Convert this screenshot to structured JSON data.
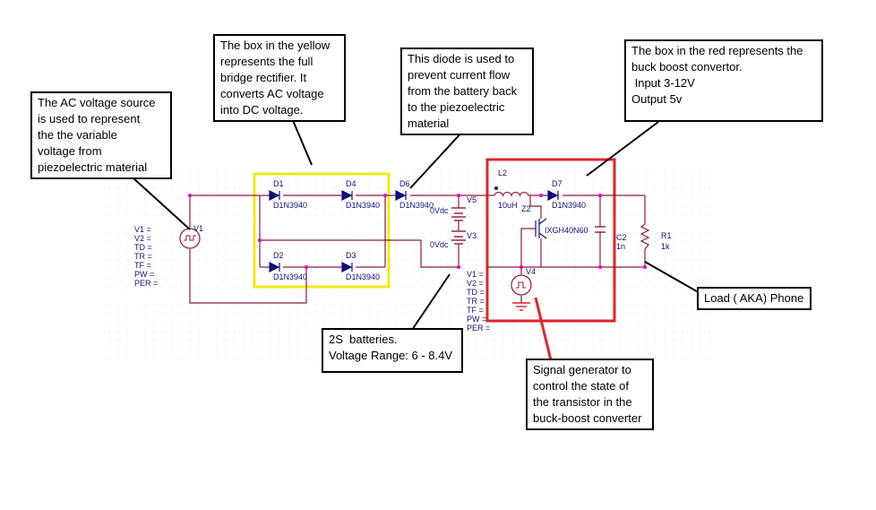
{
  "annotations": {
    "ac_source": [
      "The AC voltage source",
      "is used to represent",
      "the the variable",
      "voltage from",
      "piezoelectric material"
    ],
    "bridge": [
      "The box in the yellow",
      "represents the full",
      "bridge rectifier. It",
      "converts AC voltage",
      "into DC voltage."
    ],
    "diode": [
      "This diode is used to",
      "prevent current flow",
      "from the battery back",
      "to the piezoelectric",
      "material"
    ],
    "buck_boost": [
      "The box in the red represents the",
      "buck boost convertor.",
      " Input 3-12V",
      "Output 5v"
    ],
    "load": [
      "Load ( AKA) Phone"
    ],
    "batteries": [
      "2S  batteries.",
      "Voltage Range: 6 - 8.4V"
    ],
    "signal_gen": [
      "Signal generator to",
      "control the state of",
      "the transistor in the",
      "buck-boost converter"
    ]
  },
  "components": {
    "v1": "V1",
    "d1": "D1",
    "d2": "D2",
    "d3": "D3",
    "d4": "D4",
    "d6": "D6",
    "d7": "D7",
    "diode_part": "D1N3940",
    "v5": "V5",
    "v3": "V3",
    "battery_value": "0Vdc",
    "l2": "L2",
    "l2_value": "10uH",
    "z2": "Z2",
    "z2_part": "IXGH40N60",
    "c2": "C2",
    "c2_value": "1n",
    "r1": "R1",
    "r1_value": "1k",
    "v4": "V4"
  },
  "source_params": [
    "V1 =",
    "V2 =",
    "TD =",
    "TR =",
    "TF =",
    "PW =",
    "PER ="
  ],
  "colors": {
    "wire": "#8c1a3c",
    "box_yellow": "#f2ea1a",
    "box_red": "#e0242a",
    "junction": "#e000c8",
    "part_text": "#10107a",
    "pointer": "#000000"
  }
}
